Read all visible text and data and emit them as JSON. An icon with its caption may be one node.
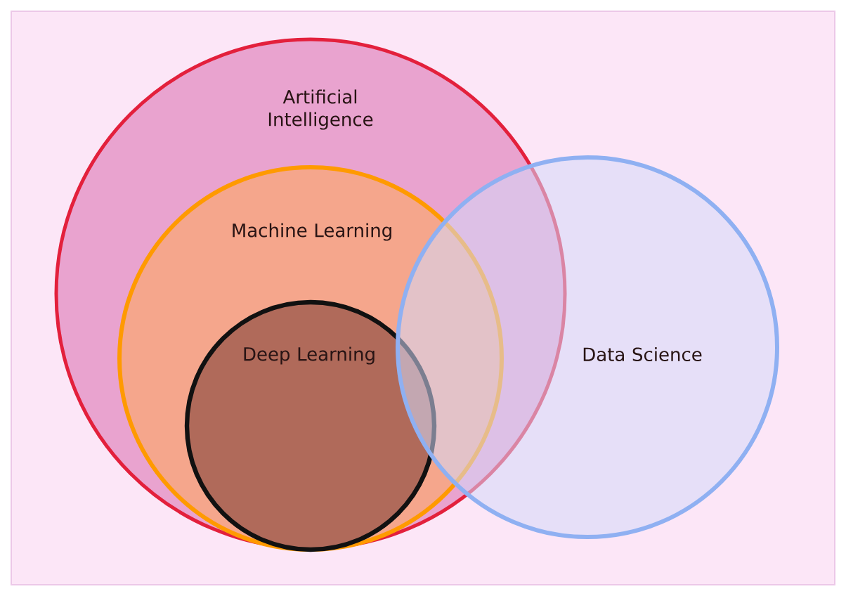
{
  "diagram": {
    "nodes": [
      {
        "text": [
          "Artificial Intelligence"
        ]
      },
      {
        "text": [
          "Machine Learning"
        ],
        "in": 0
      },
      {
        "text": [
          "Deep Learning"
        ],
        "in": 1
      },
      {
        "text": [
          "Data Science"
        ]
      }
    ]
  }
}
